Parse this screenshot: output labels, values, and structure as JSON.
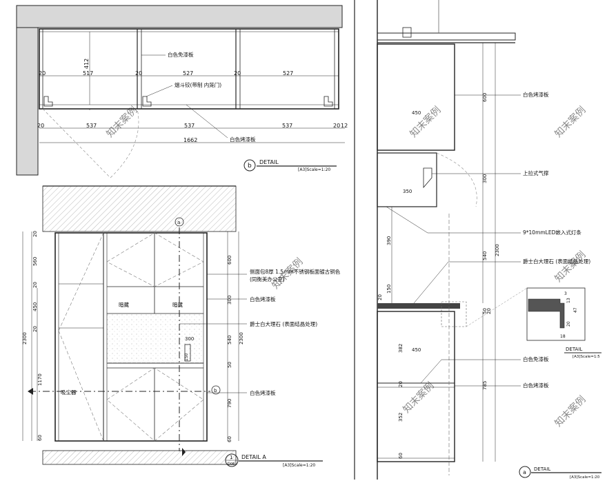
{
  "detail_b": {
    "dims_top": [
      "20",
      "517",
      "20",
      "527",
      "20",
      "527"
    ],
    "dims_bottom": [
      "20",
      "537",
      "537",
      "537",
      "20",
      "12"
    ],
    "dim_total": "1662",
    "dim_height": "412",
    "label_panel_top": "白色免漆板",
    "label_hinge": "烟斗铰(带制 内笼门)",
    "label_panel_bottom": "白色烤漆板",
    "marker": "b",
    "title": "DETAIL",
    "scale": "[A3]Scale=1:20"
  },
  "detail_a": {
    "left_dims_top": [
      "20",
      "560",
      "20",
      "450",
      "20"
    ],
    "left_dims_bottom": [
      "1170",
      "60"
    ],
    "total_height": "2300",
    "right_dims": [
      "600",
      "300",
      "540",
      "50",
      "790",
      "60"
    ],
    "right_total": "2300",
    "inner_dim_w": "300",
    "inner_dim_h": "150",
    "label_cutout_1": "暗藏",
    "label_cutout_2": "暗藏",
    "label_smoke": "吸尘器",
    "note_1_line1": "侧面包8厚 1.5mm不锈钢板面镀古铜色",
    "note_1_line2": "(同衡美办公室)",
    "note_2": "白色烤漆板",
    "note_3": "爵士白大理石 (表面结晶处理)",
    "note_4": "白色烤漆板",
    "marker_a": "a",
    "marker_b": "b",
    "marker_1": "1",
    "marker_sheet": "D08",
    "title": "DETAIL A",
    "scale": "[A3]Scale=1:20"
  },
  "detail_c": {
    "upper_dims": [
      "600",
      "300"
    ],
    "upper_w1": "450",
    "upper_w2": "350",
    "mid_dims": [
      "390",
      "150",
      "20"
    ],
    "mid_dim_540": "540",
    "total_height": "2300",
    "lower_dims": [
      "382",
      "352",
      "60"
    ],
    "lower_w": "450",
    "lower_dim_20": "20",
    "counter_dims": [
      "50",
      "20",
      "785"
    ],
    "note_1": "白色烤漆板",
    "note_2": "上拉式气撑",
    "note_3": "9*10mmLED嵌入式灯条",
    "note_4": "爵士白大理石 (表面结晶处理)",
    "note_5": "白色免漆板",
    "note_6": "白色烤漆板",
    "zoom_dims": [
      "3",
      "13",
      "47",
      "20",
      "18"
    ],
    "zoom_title": "DETAIL",
    "zoom_scale": "[A3]Scale=1:5",
    "marker": "a",
    "title": "DETAIL",
    "scale": "[A3]Scale=1:20"
  },
  "watermark": "知末案例"
}
